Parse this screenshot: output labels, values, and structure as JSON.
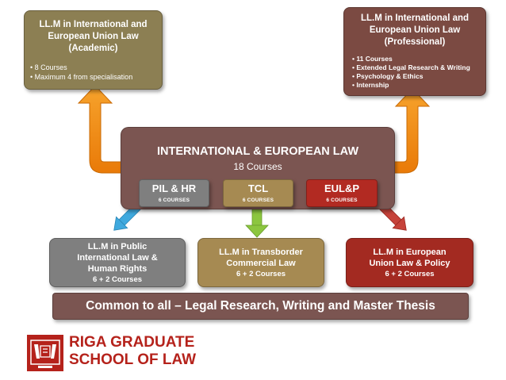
{
  "academic": {
    "title_lines": [
      "LL.M in International and",
      "European Union Law",
      "(Academic)"
    ],
    "bullets": [
      "8 Courses",
      "Maximum 4 from specialisation"
    ]
  },
  "professional": {
    "title_lines": [
      "LL.M in International and",
      "European Union Law",
      "(Professional)"
    ],
    "bullets": [
      "11 Courses",
      "Extended Legal Research & Writing",
      "Psychology & Ethics",
      "Internship"
    ]
  },
  "center": {
    "title": "INTERNATIONAL & EUROPEAN LAW",
    "courses": "18 Courses",
    "tracks": [
      {
        "label": "PIL & HR",
        "sub": "6 Courses",
        "color": "#7f7f7f"
      },
      {
        "label": "TCL",
        "sub": "6 Courses",
        "color": "#a68a52"
      },
      {
        "label": "EUL&P",
        "sub": "6 Courses",
        "color": "#b22a22"
      }
    ]
  },
  "specialisations": [
    {
      "lines": [
        "LL.M in Public",
        "International Law &",
        "Human Rights"
      ],
      "courses": "6 + 2 Courses",
      "color": "#7f7f7f"
    },
    {
      "lines": [
        "LL.M in Transborder",
        "Commercial Law"
      ],
      "courses": "6 + 2 Courses",
      "color": "#a68a52"
    },
    {
      "lines": [
        "LL.M in European",
        "Union Law & Policy"
      ],
      "courses": "6 + 2 Courses",
      "color": "#a32a21"
    }
  ],
  "footer": {
    "text": "Common to all – Legal Research, Writing and Master Thesis"
  },
  "logo": {
    "line1": "RIGA GRADUATE",
    "line2": "SCHOOL OF LAW",
    "color": "#b5221b"
  }
}
